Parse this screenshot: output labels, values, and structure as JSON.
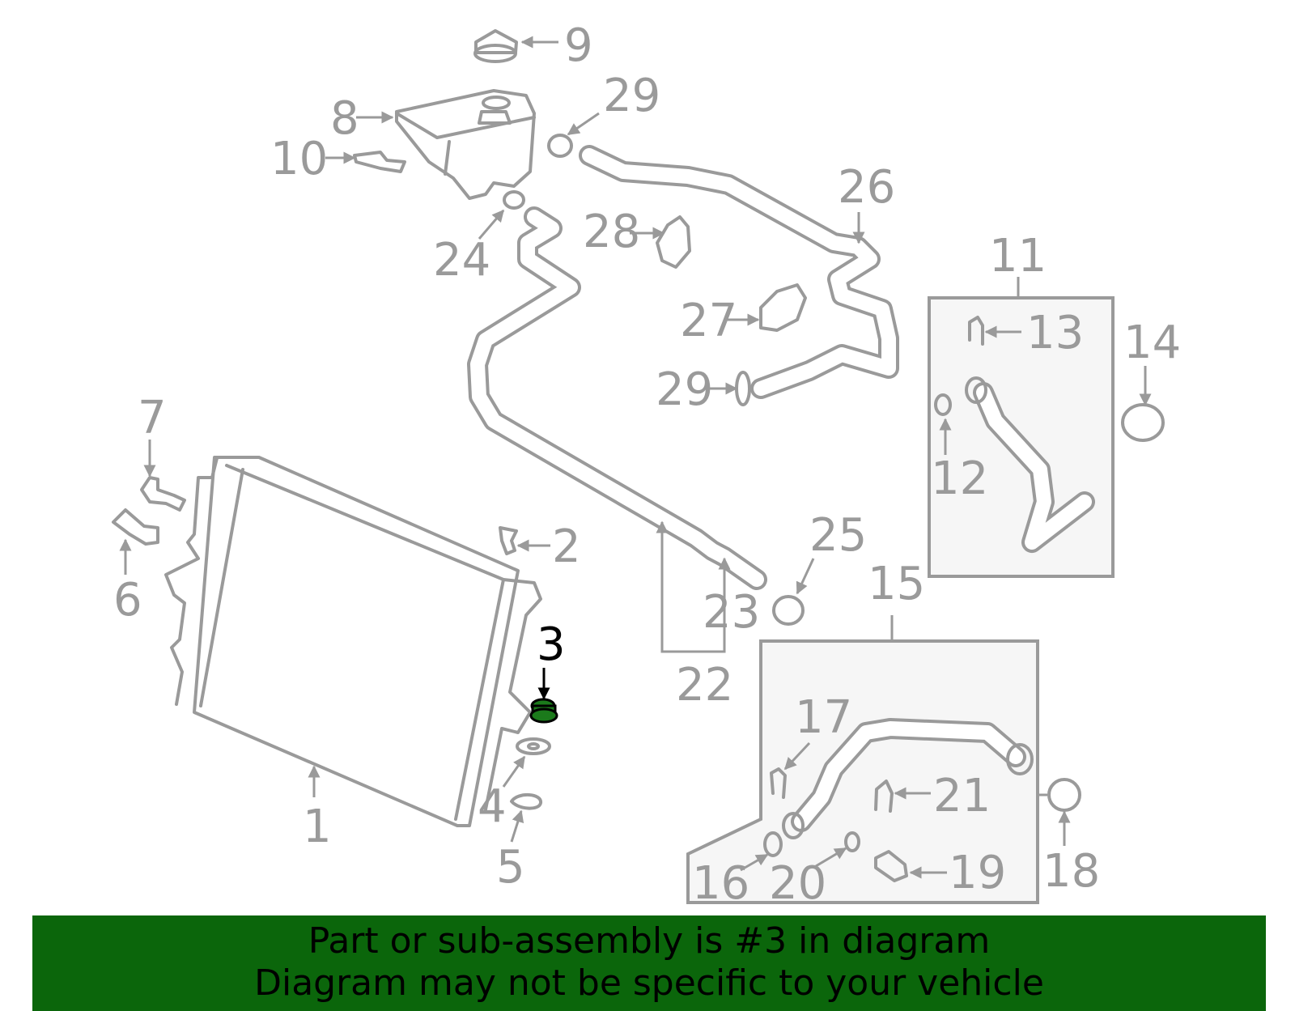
{
  "colors": {
    "line": "#9a9a9a",
    "highlight_part": "#1b7a1b",
    "banner_bg": "#0b660b",
    "banner_text": "#000000",
    "panel_fill": "#f6f6f6"
  },
  "callouts": {
    "c1": "1",
    "c2": "2",
    "c3": "3",
    "c4": "4",
    "c5": "5",
    "c6": "6",
    "c7": "7",
    "c8": "8",
    "c9": "9",
    "c10": "10",
    "c11": "11",
    "c12": "12",
    "c13": "13",
    "c14": "14",
    "c15": "15",
    "c16": "16",
    "c17": "17",
    "c18": "18",
    "c19": "19",
    "c20": "20",
    "c21": "21",
    "c22": "22",
    "c23": "23",
    "c24": "24",
    "c25": "25",
    "c26": "26",
    "c27": "27",
    "c28": "28",
    "c29a": "29",
    "c29b": "29"
  },
  "highlighted_callout": "3",
  "banner": {
    "line1": "Part or sub-assembly is #3 in diagram",
    "line2": "Diagram may not be specific to your vehicle"
  }
}
